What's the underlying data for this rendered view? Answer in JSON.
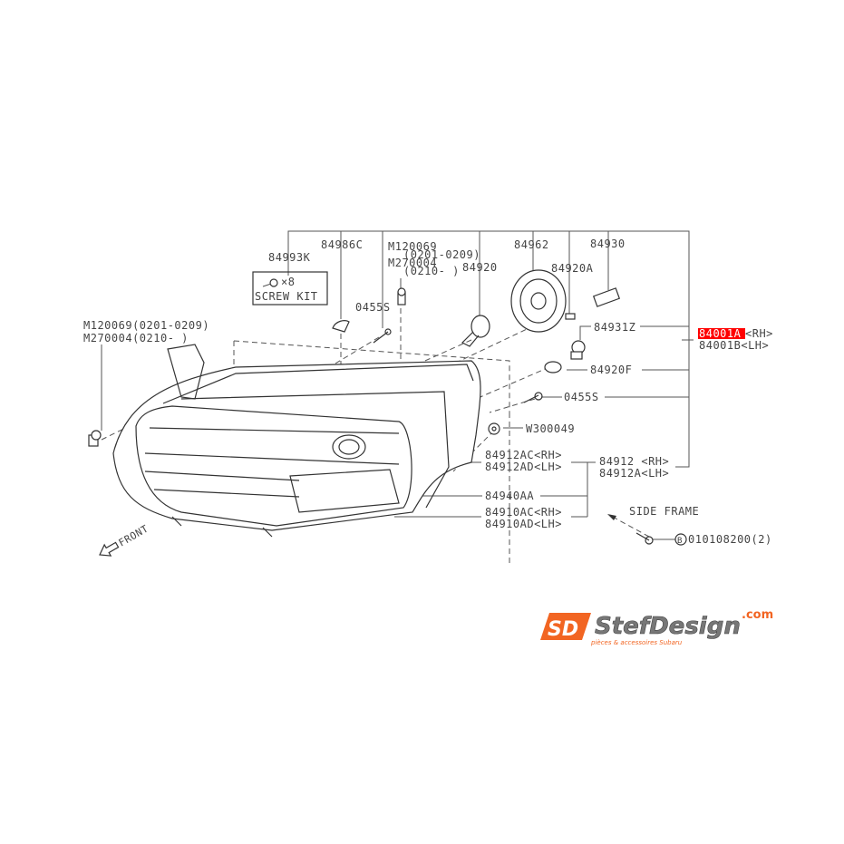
{
  "labels": {
    "p84993K": "84993K",
    "screw_kit_qty": "×8",
    "screw_kit": "SCREW KIT",
    "p84986C": "84986C",
    "m120069_top": "M120069",
    "m120069_top_range": "(0201-0209)",
    "m270004_top": "M270004",
    "m270004_top_range": "(0210-    )",
    "p0455S_top": "0455S",
    "p84920": "84920",
    "p84962": "84962",
    "p84920A": "84920A",
    "p84930": "84930",
    "p84931Z": "84931Z",
    "p84001A": "84001A",
    "p84001A_side": "<RH>",
    "p84001B": "84001B<LH>",
    "p84920F": "84920F",
    "p0455S_right": "0455S",
    "w300049": "W300049",
    "p84912AC": "84912AC<RH>",
    "p84912AD": "84912AD<LH>",
    "p84912": "84912  <RH>",
    "p84912A": "84912A<LH>",
    "p84940AA": "84940AA",
    "p84910AC": "84910AC<RH>",
    "p84910AD": "84910AD<LH>",
    "side_frame": "SIDE FRAME",
    "bolt_b_mark": "B",
    "bolt_b": "010108200(2)",
    "m120069_left": "M120069(0201-0209)",
    "m270004_left": "M270004(0210-     )",
    "front": "FRONT"
  },
  "highlight_color": "#ff0000",
  "logo": {
    "name": "StefDesign",
    "tld": ".com",
    "tagline": "pièces & accessoires Subaru",
    "badge": "SD",
    "brand_color": "#f26522"
  }
}
